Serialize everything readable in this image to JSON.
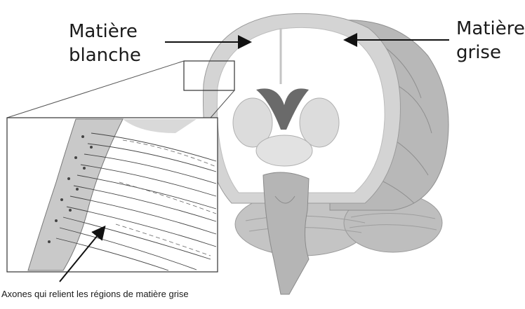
{
  "labels": {
    "white_matter_line1": "Matière",
    "white_matter_line2": "blanche",
    "grey_matter_line1": "Matière",
    "grey_matter_line2": "grise",
    "axons_caption": "Axones qui relient les régions de matière grise"
  },
  "colors": {
    "white_matter": "#ffffff",
    "grey_matter": "#d0d0d0",
    "cortex_outer": "#bdbdbd",
    "brainstem": "#b5b5b5",
    "ventricle": "#6a6a6a",
    "inset_border": "#333333",
    "arrow": "#111111"
  }
}
